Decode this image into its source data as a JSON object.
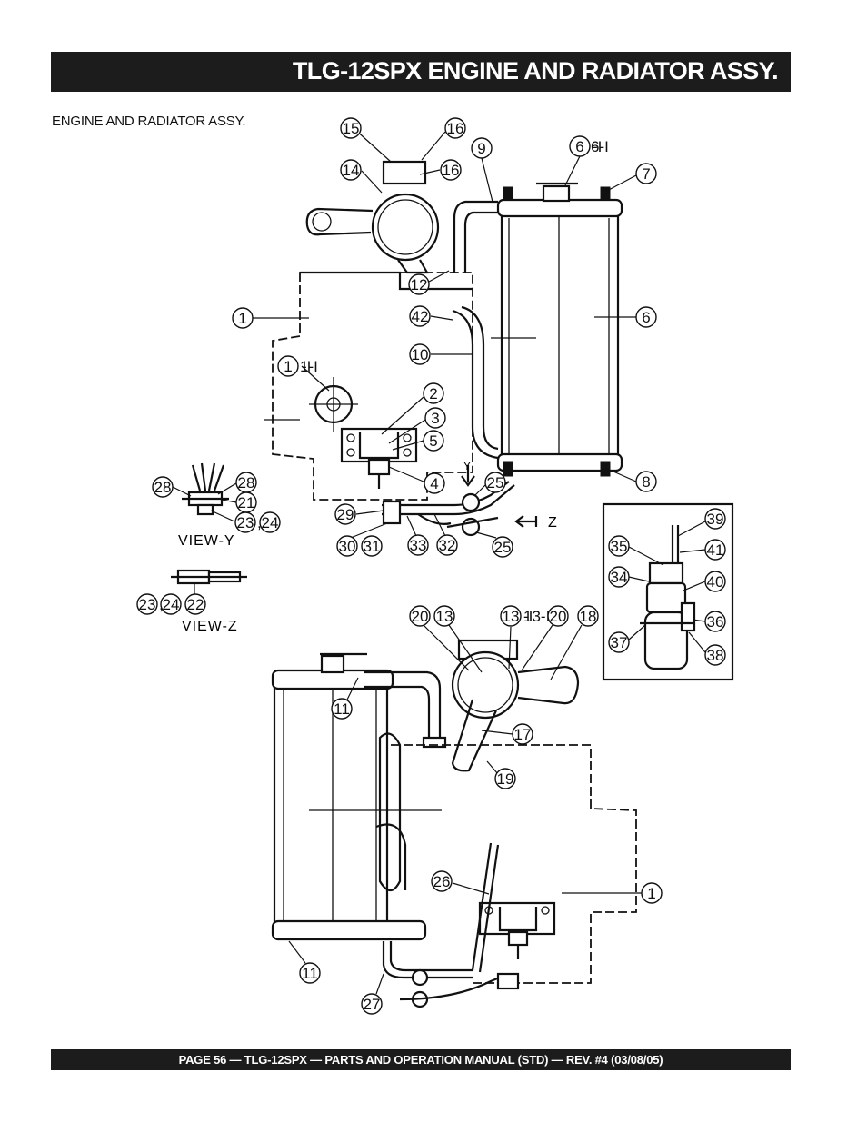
{
  "header": {
    "title": "TLG-12SPX  ENGINE AND RADIATOR ASSY."
  },
  "figure": {
    "caption": "ENGINE AND RADIATOR ASSY.",
    "view_labels": {
      "view_y": "VIEW-Y",
      "view_z": "VIEW-Z",
      "arrow_y": "Y",
      "arrow_z": "Z"
    },
    "callouts": [
      "15",
      "16",
      "14",
      "16",
      "9",
      "6-I",
      "7",
      "12",
      "1",
      "42",
      "6",
      "10",
      "1-I",
      "2",
      "3",
      "5",
      "4",
      "25",
      "8",
      "28",
      "28",
      "21",
      "23",
      "24",
      "29",
      "Z",
      "30",
      "31",
      "33",
      "32",
      "25",
      "22",
      "23",
      "24",
      "20",
      "13",
      "13-I",
      "20",
      "18",
      "11",
      "17",
      "19",
      "26",
      "1",
      "11",
      "27",
      "39",
      "35",
      "41",
      "34",
      "40",
      "36",
      "37",
      "38"
    ]
  },
  "footer": {
    "text": "PAGE 56 — TLG-12SPX — PARTS AND OPERATION  MANUAL (STD) — REV. #4  (03/08/05)"
  }
}
